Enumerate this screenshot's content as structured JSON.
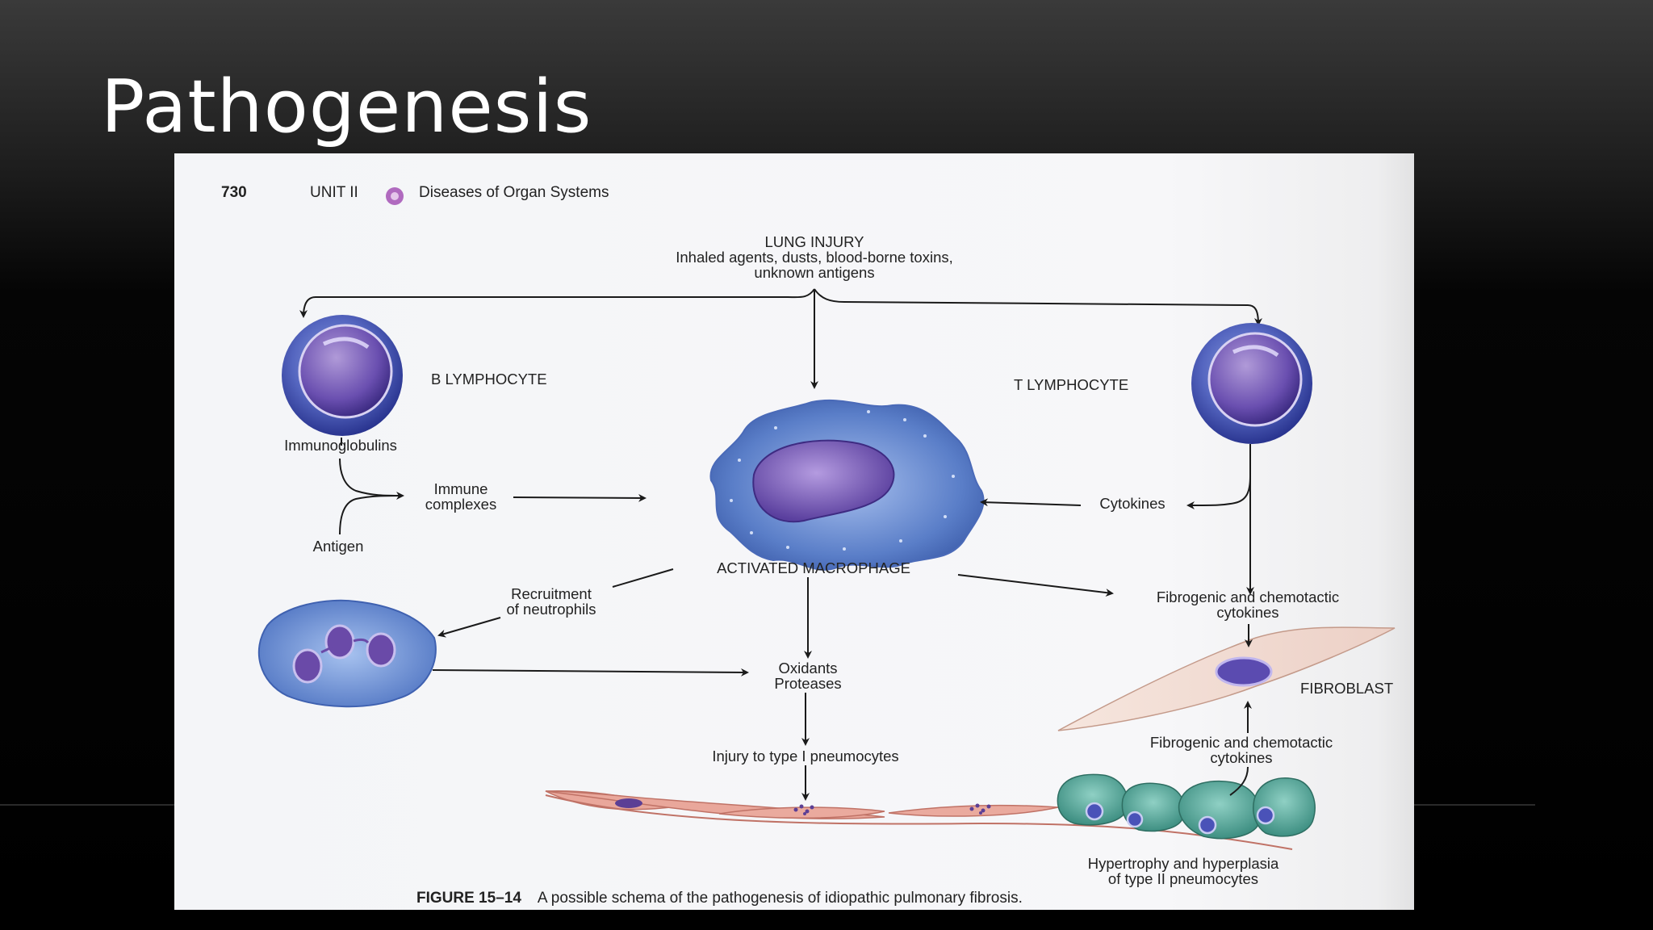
{
  "slide": {
    "title": "Pathogenesis"
  },
  "page_header": {
    "page_number": "730",
    "unit": "UNIT II",
    "section": "Diseases of Organ Systems"
  },
  "diagram": {
    "lung_injury": {
      "title": "LUNG INJURY",
      "line1": "Inhaled agents, dusts, blood-borne toxins,",
      "line2": "unknown antigens"
    },
    "b_lymphocyte": "B LYMPHOCYTE",
    "t_lymphocyte": "T LYMPHOCYTE",
    "immunoglobulins": "Immunoglobulins",
    "antigen": "Antigen",
    "immune_complexes": {
      "line1": "Immune",
      "line2": "complexes"
    },
    "cytokines": "Cytokines",
    "activated_macrophage": "ACTIVATED MACROPHAGE",
    "recruitment": {
      "line1": "Recruitment",
      "line2": "of neutrophils"
    },
    "fibrogenic_top": {
      "line1": "Fibrogenic and chemotactic",
      "line2": "cytokines"
    },
    "oxidants": {
      "line1": "Oxidants",
      "line2": "Proteases"
    },
    "fibroblast": "FIBROBLAST",
    "fibrogenic_bottom": {
      "line1": "Fibrogenic and chemotactic",
      "line2": "cytokines"
    },
    "injury_type1": "Injury to type I pneumocytes",
    "hypertrophy": {
      "line1": "Hypertrophy and hyperplasia",
      "line2": "of type II pneumocytes"
    }
  },
  "caption": {
    "figure": "FIGURE 15–14",
    "text": "A possible schema of the pathogenesis of idiopathic pulmonary fibrosis."
  }
}
